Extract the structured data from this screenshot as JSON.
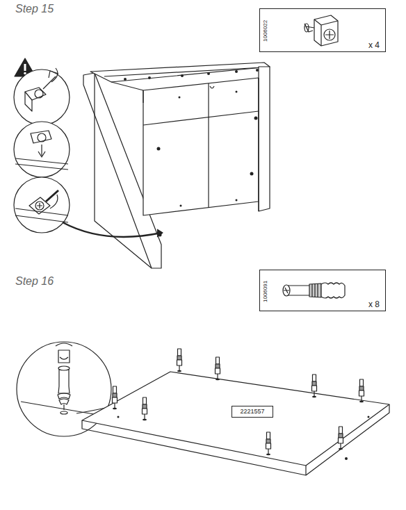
{
  "diagram": {
    "nodes": [
      {
        "text": [
          "1006022",
          "x 4"
        ]
      },
      {
        "text": [
          "1006091",
          "x 8"
        ]
      },
      {
        "text": [
          "2221557"
        ]
      }
    ],
    "labels": [
      "Step 15",
      "Step 16"
    ]
  }
}
